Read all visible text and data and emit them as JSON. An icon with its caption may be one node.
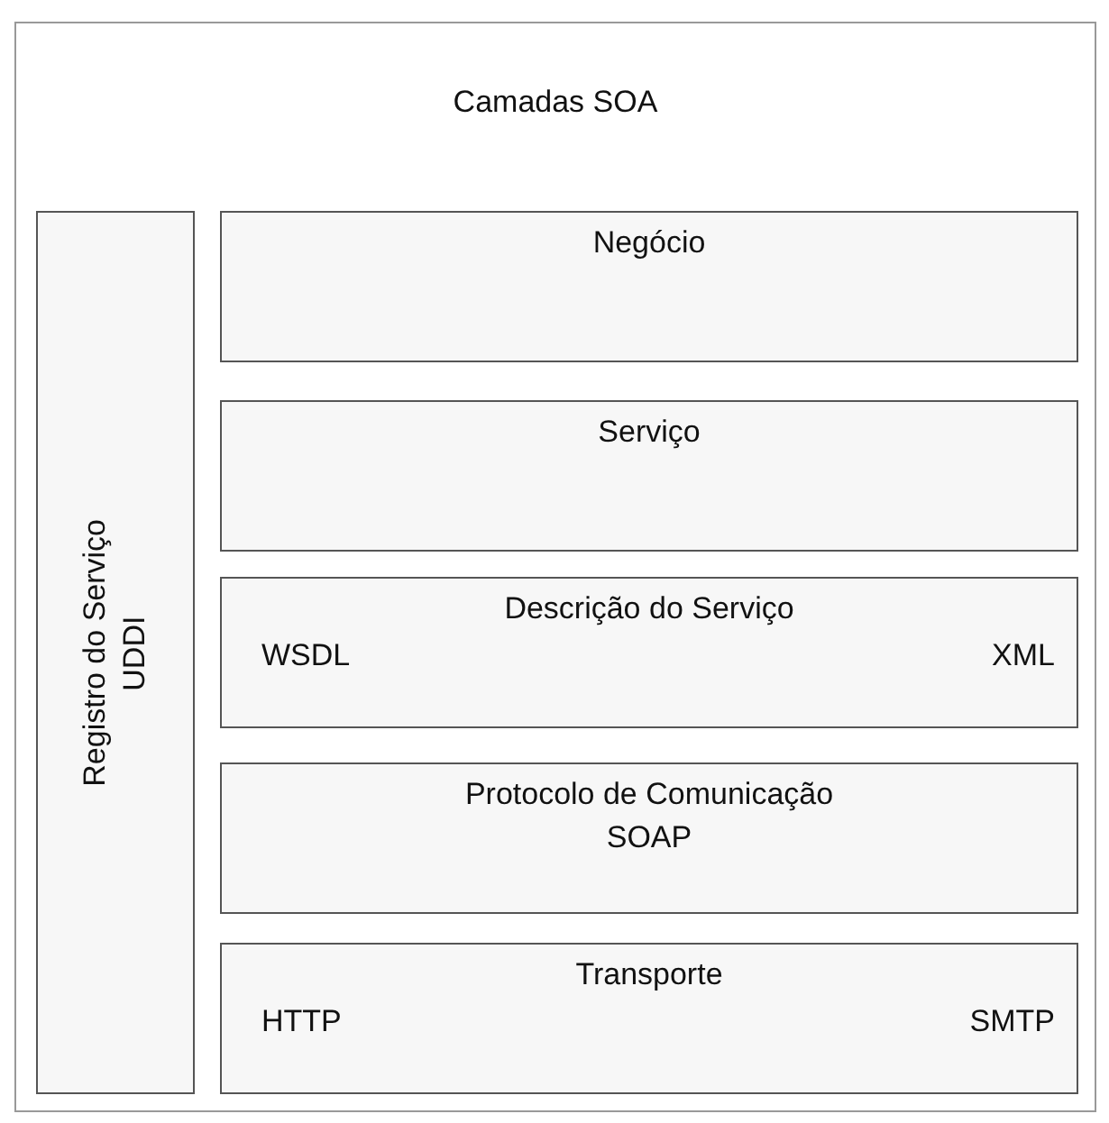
{
  "diagram": {
    "title": "Camadas SOA",
    "nodes": [
      {
        "text": [
          "Registro do Serviço",
          "UDDI"
        ]
      },
      {
        "text": [
          "Negócio"
        ]
      },
      {
        "text": [
          "Serviço"
        ]
      },
      {
        "text": [
          "Descrição do Serviço",
          "WSDL",
          "XML"
        ]
      },
      {
        "text": [
          "Protocolo de Comunicação",
          "SOAP"
        ]
      },
      {
        "text": [
          "Transporte",
          "HTTP",
          "SMTP"
        ]
      }
    ]
  }
}
